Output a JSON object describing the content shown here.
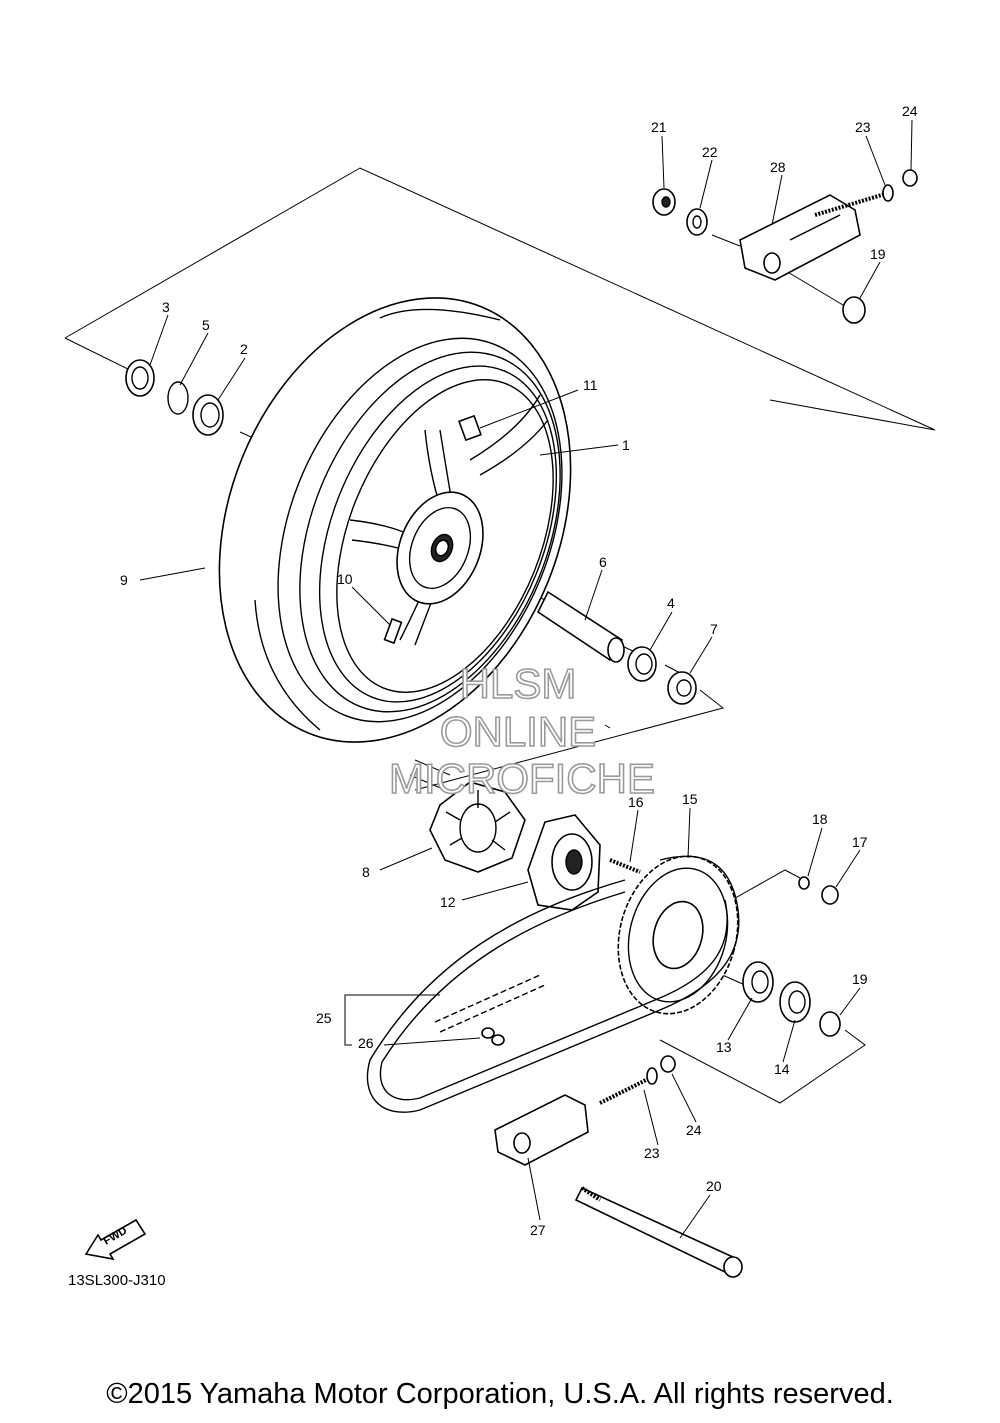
{
  "diagram": {
    "callouts": [
      "1",
      "2",
      "3",
      "4",
      "5",
      "6",
      "7",
      "8",
      "9",
      "10",
      "11",
      "12",
      "13",
      "14",
      "15",
      "16",
      "17",
      "18",
      "19",
      "19",
      "20",
      "21",
      "22",
      "23",
      "23",
      "24",
      "24",
      "25",
      "26",
      "27",
      "28"
    ],
    "watermark": [
      "HLSM",
      "ONLINE",
      "MICROFICHE"
    ],
    "fwd_label": "FWD",
    "diagram_code": "13SL300-J310",
    "copyright": "©2015 Yamaha Motor Corporation, U.S.A. All rights reserved."
  }
}
